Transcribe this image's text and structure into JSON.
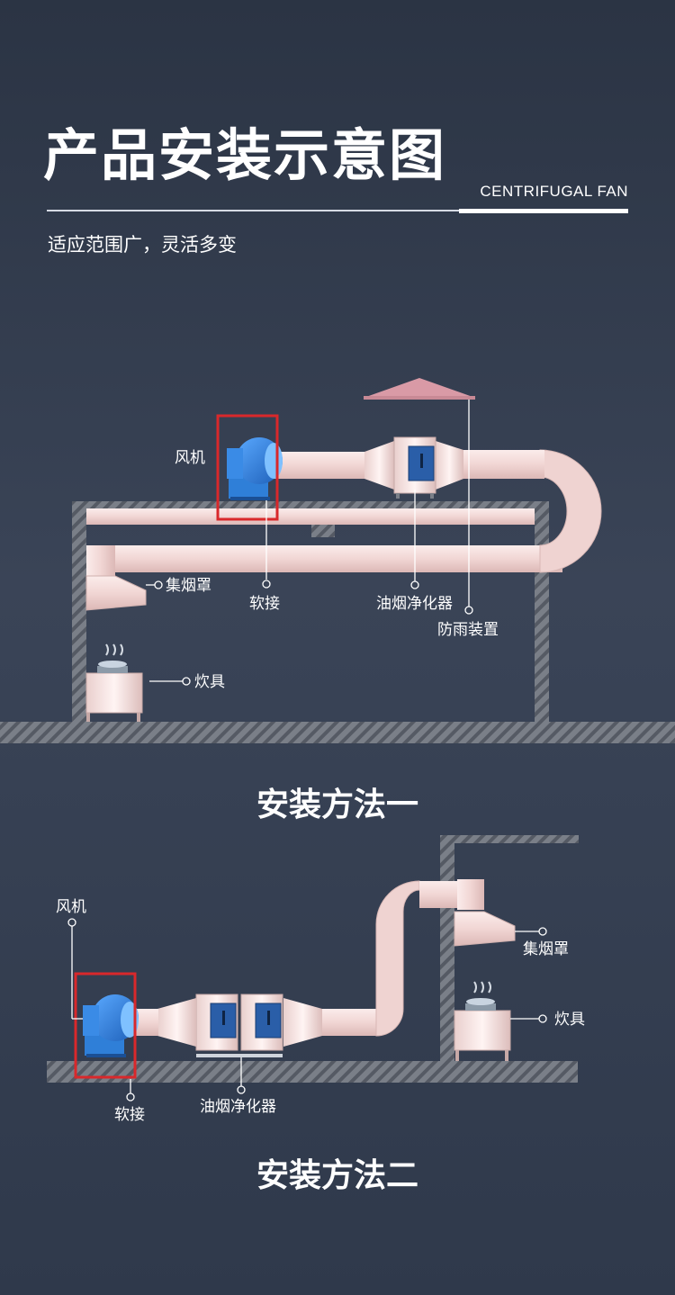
{
  "header": {
    "title": "产品安装示意图",
    "subtitle_en": "CENTRIFUGAL FAN",
    "tagline": "适应范围广，灵活多变"
  },
  "method_one": {
    "heading": "安装方法一",
    "labels": {
      "fan": "风机",
      "hood": "集烟罩",
      "soft_joint": "软接",
      "purifier": "油烟净化器",
      "rain_cap": "防雨装置",
      "stove": "炊具"
    }
  },
  "method_two": {
    "heading": "安装方法二",
    "labels": {
      "fan": "风机",
      "hood": "集烟罩",
      "stove": "炊具",
      "soft_joint": "软接",
      "purifier": "油烟净化器"
    }
  },
  "colors": {
    "background": "#333d50",
    "duct": "#f3dcda",
    "fan": "#2f7fd8",
    "highlight": "#d9282b",
    "rain_cap": "#d99aa6",
    "wall": "#5b6270"
  }
}
